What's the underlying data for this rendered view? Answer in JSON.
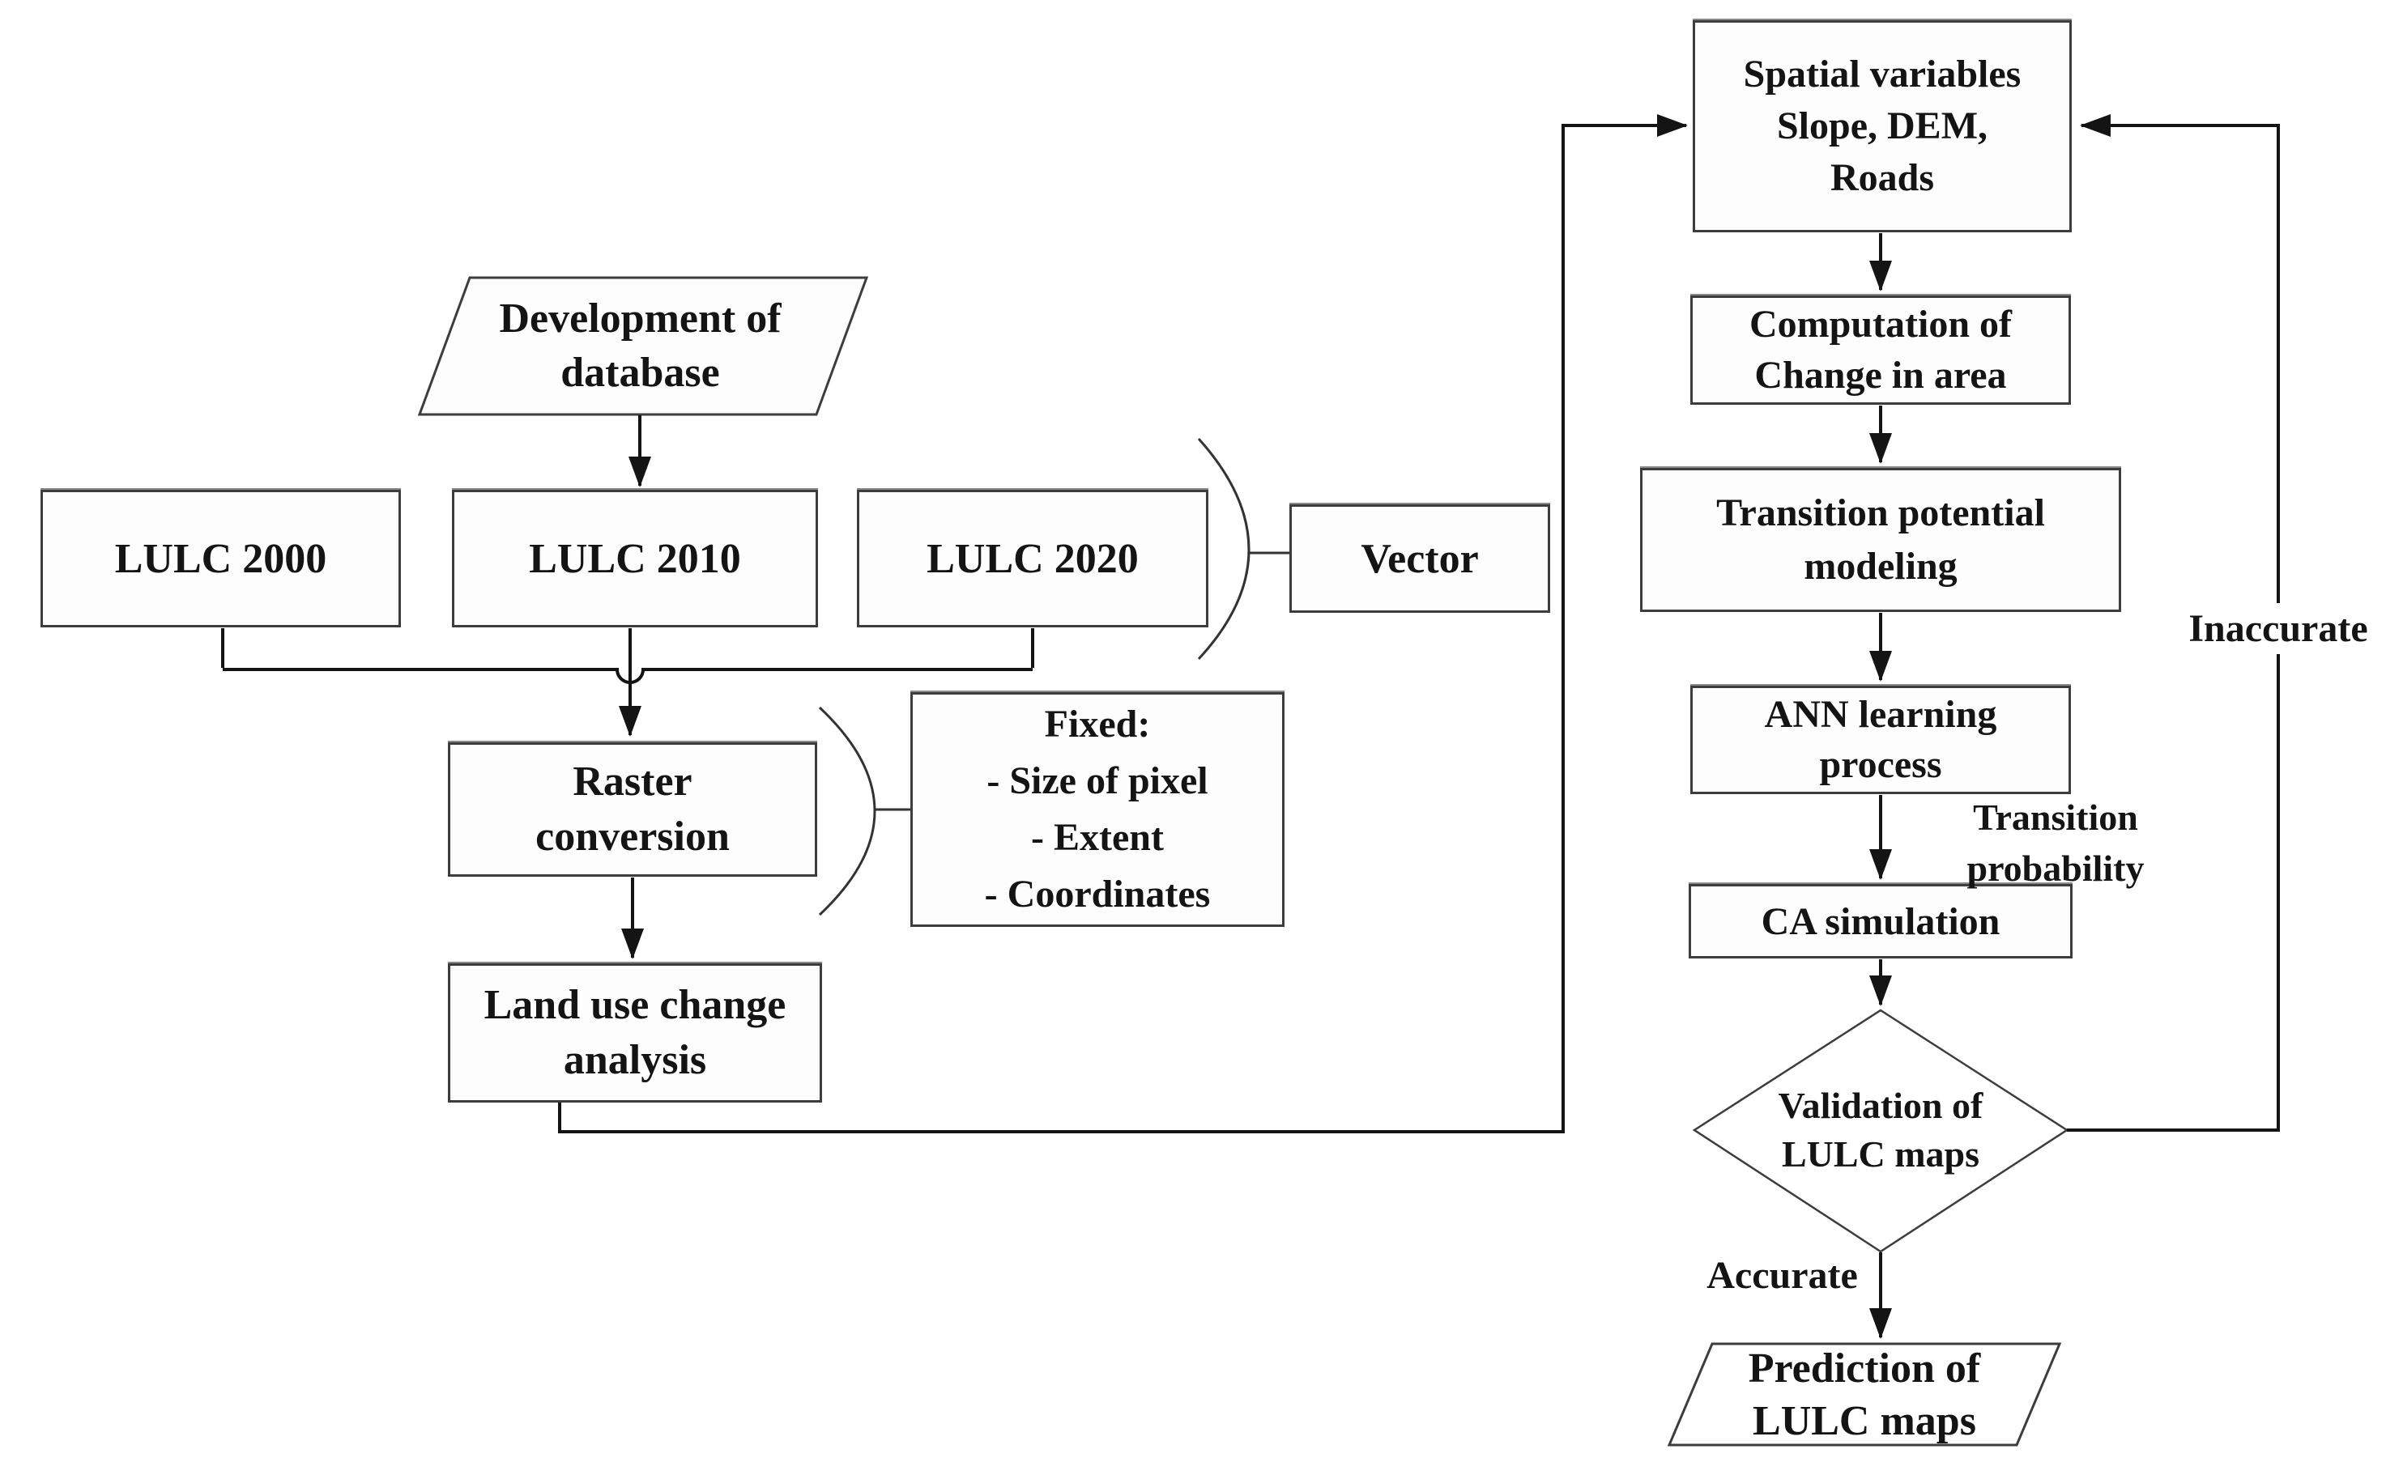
{
  "nodes": {
    "development": {
      "label": "Development of\ndatabase",
      "shape": "parallelogram"
    },
    "lulc2000": {
      "label": "LULC 2000",
      "shape": "rect"
    },
    "lulc2010": {
      "label": "LULC 2010",
      "shape": "rect"
    },
    "lulc2020": {
      "label": "LULC 2020",
      "shape": "rect"
    },
    "vector": {
      "label": "Vector",
      "shape": "rect"
    },
    "raster": {
      "label": "Raster\nconversion",
      "shape": "rect"
    },
    "fixed": {
      "label": "Fixed:\n- Size of pixel\n- Extent\n- Coordinates",
      "shape": "rect"
    },
    "landuse": {
      "label": "Land use change\nanalysis",
      "shape": "rect"
    },
    "spatial": {
      "label": "Spatial variables\nSlope, DEM,\nRoads",
      "shape": "rect"
    },
    "computation": {
      "label": "Computation of\nChange in area",
      "shape": "rect"
    },
    "transition": {
      "label": "Transition potential\nmodeling",
      "shape": "rect"
    },
    "ann": {
      "label": "ANN learning\nprocess",
      "shape": "rect"
    },
    "ca": {
      "label": "CA simulation",
      "shape": "rect"
    },
    "validation": {
      "label": "Validation of\nLULC maps",
      "shape": "diamond"
    },
    "prediction": {
      "label": "Prediction of\nLULC maps",
      "shape": "parallelogram"
    }
  },
  "edge_labels": {
    "inaccurate": "Inaccurate",
    "accurate": "Accurate",
    "transition_probability": "Transition\nprobability"
  },
  "colors": {
    "line": "#141414",
    "box_border": "#3d3d3d",
    "text": "#141414",
    "background": "#ffffff"
  }
}
